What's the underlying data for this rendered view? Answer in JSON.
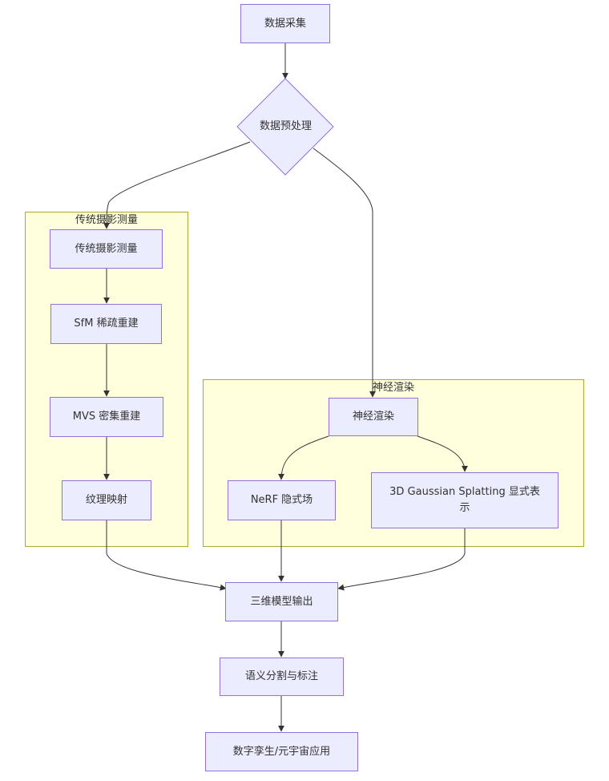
{
  "clusters": {
    "photogrammetry": {
      "title": "传统摄影测量"
    },
    "neural": {
      "title": "神经渲染"
    }
  },
  "nodes": {
    "data_collection": "数据采集",
    "preprocess": "数据预处理",
    "trad_photogrammetry": "传统摄影测量",
    "sfm": "SfM 稀疏重建",
    "mvs": "MVS 密集重建",
    "texture": "纹理映射",
    "neural_render": "神经渲染",
    "nerf": "NeRF 隐式场",
    "gaussian": "3D Gaussian Splatting 显式表示",
    "model_output": "三维模型输出",
    "semantic": "语义分割与标注",
    "twin": "数字孪生/元宇宙应用"
  },
  "colors": {
    "node_fill": "#ececff",
    "node_border": "#9370db",
    "cluster_fill": "#ffffde",
    "cluster_border": "#aaaa33",
    "edge": "#333333"
  }
}
